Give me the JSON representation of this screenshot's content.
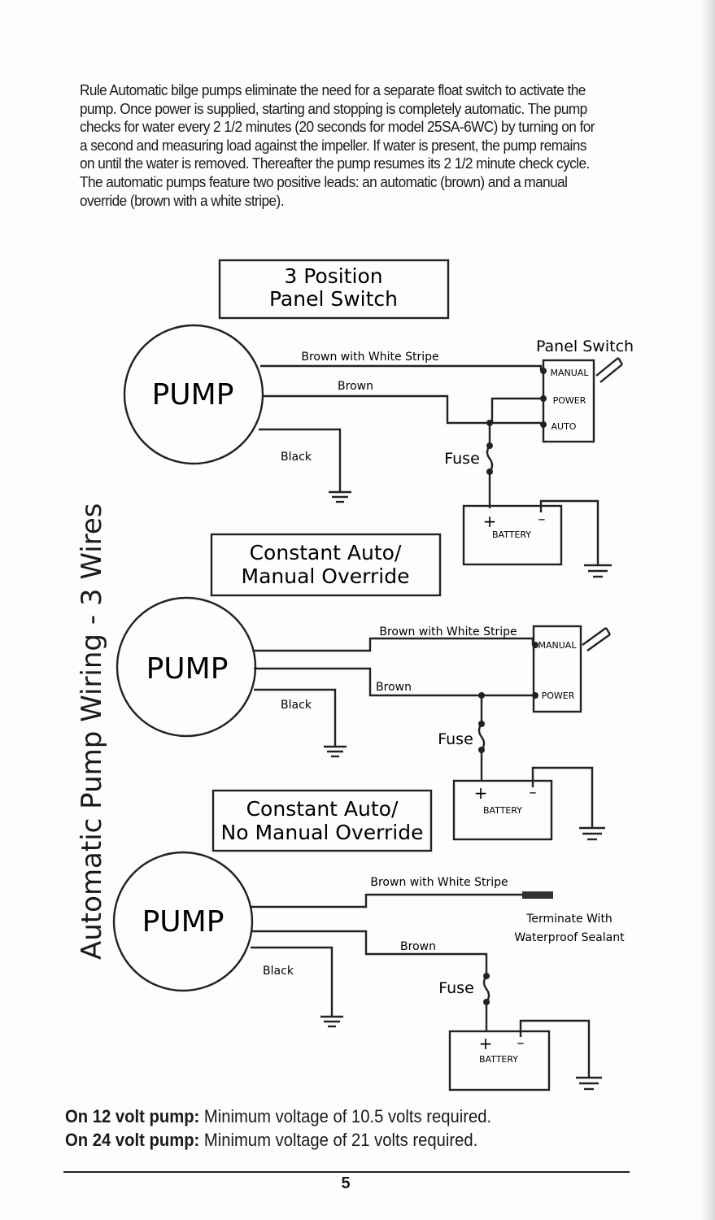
{
  "intro_text": "Rule Automatic bilge pumps eliminate the need for a separate float switch to activate the pump. Once power is supplied, starting and stopping is completely automatic. The pump checks for water every 2 1/2 minutes (20 seconds for model 25SA-6WC) by turning on for a second and measuring load against the impeller. If water is present, the pump remains on until the water is removed. Thereafter the pump resumes its 2 1/2 minute check cycle. The automatic pumps feature two positive leads: an automatic (brown) and a manual override (brown with a white stripe).",
  "side_title": "Automatic Pump Wiring - 3 Wires",
  "diagram1": {
    "title_line1": "3 Position",
    "title_line2": "Panel Switch",
    "pump": "PUMP",
    "wire_stripe": "Brown with White Stripe",
    "wire_brown": "Brown",
    "wire_black": "Black",
    "fuse": "Fuse",
    "switch_label": "Panel Switch",
    "switch_manual": "MANUAL",
    "switch_power": "POWER",
    "switch_auto": "AUTO",
    "battery_plus": "+",
    "battery_minus": "–",
    "battery": "BATTERY"
  },
  "diagram2": {
    "title_line1": "Constant Auto/",
    "title_line2": "Manual Override",
    "pump": "PUMP",
    "wire_stripe": "Brown with White Stripe",
    "wire_brown": "Brown",
    "wire_black": "Black",
    "fuse": "Fuse",
    "switch_manual": "MANUAL",
    "switch_power": "POWER",
    "battery_plus": "+",
    "battery_minus": "–",
    "battery": "BATTERY"
  },
  "diagram3": {
    "title_line1": "Constant Auto/",
    "title_line2": "No Manual Override",
    "pump": "PUMP",
    "wire_stripe": "Brown with White Stripe",
    "wire_brown": "Brown",
    "wire_black": "Black",
    "fuse": "Fuse",
    "terminate_line1": "Terminate With",
    "terminate_line2": "Waterproof Sealant",
    "battery_plus": "+",
    "battery_minus": "–",
    "battery": "BATTERY"
  },
  "notes": {
    "line1_bold": "On 12 volt pump:",
    "line1_text": " Minimum voltage of 10.5 volts required.",
    "line2_bold": "On 24 volt pump:",
    "line2_text": " Minimum voltage of 21 volts required."
  },
  "page_number": "5"
}
